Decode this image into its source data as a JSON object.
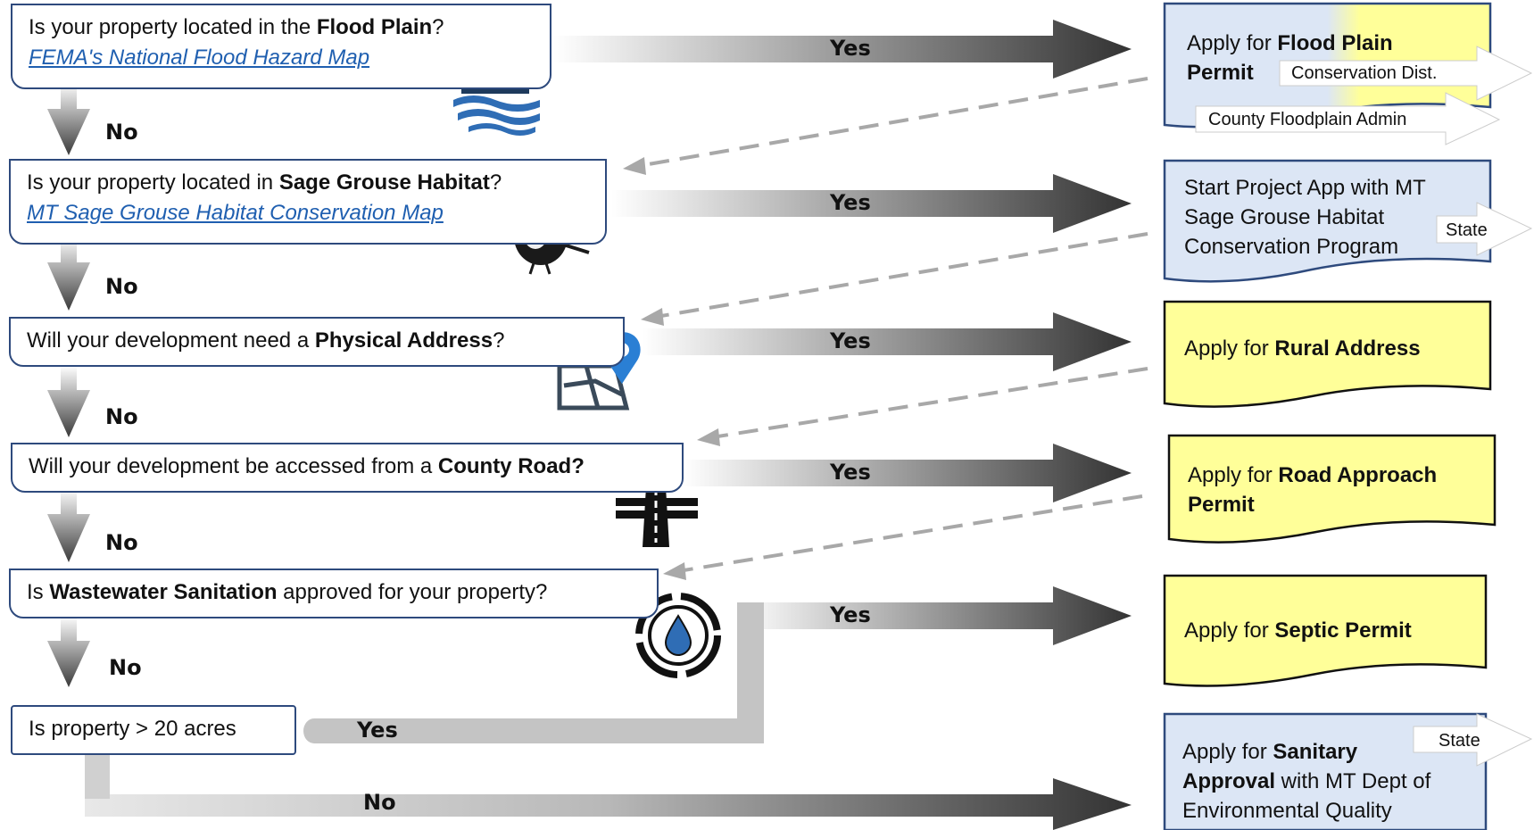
{
  "questions": {
    "flood": {
      "pre": "Is your property located in the ",
      "bold": "Flood Plain",
      "post": "?",
      "link": "FEMA's National Flood Hazard Map"
    },
    "grouse": {
      "pre": "Is your property located in ",
      "bold": "Sage Grouse Habitat",
      "post": "?",
      "link": "MT Sage Grouse Habitat Conservation Map"
    },
    "address": {
      "pre": "Will your development need a ",
      "bold": "Physical Address",
      "post": "?"
    },
    "road": {
      "pre": "Will your development be accessed from a ",
      "bold": "County Road?",
      "post": ""
    },
    "wastewater": {
      "pre": "Is ",
      "bold": "Wastewater Sanitation",
      "post": " approved for your property?"
    },
    "acres": {
      "text": "Is property > 20 acres"
    }
  },
  "labels": {
    "yes": "Yes",
    "no": "No"
  },
  "results": {
    "flood": {
      "pre": "Apply for ",
      "bold": "Flood Plain Permit",
      "tag1": "Conservation Dist.",
      "tag2": "County Floodplain Admin"
    },
    "grouse": {
      "line1": "Start Project App with   MT",
      "line2": "Sage Grouse Habitat",
      "line3": "Conservation Program",
      "tag": "State"
    },
    "address": {
      "pre": "Apply for ",
      "bold": "Rural Address"
    },
    "road": {
      "pre": "Apply for ",
      "bold1": "Road Approach",
      "bold2": "Permit"
    },
    "septic": {
      "pre": "Apply for ",
      "bold": "Septic Permit"
    },
    "sanitary": {
      "pre": "Apply for ",
      "bold1": "Sanitary",
      "bold2": "Approval",
      "post2": " with MT Dept of",
      "line3": "Environmental Quality",
      "tag": "State"
    }
  },
  "icons": [
    "house-flood-icon",
    "sage-grouse-icon",
    "map-pin-icon",
    "highway-icon",
    "water-recycle-icon"
  ],
  "colors": {
    "box_border": "#2e4a7d",
    "link": "#1f5fb0",
    "yellow": "#ffff99",
    "lightblue": "#dce6f5",
    "pin": "#2a7fd4",
    "water": "#2f6db5"
  }
}
